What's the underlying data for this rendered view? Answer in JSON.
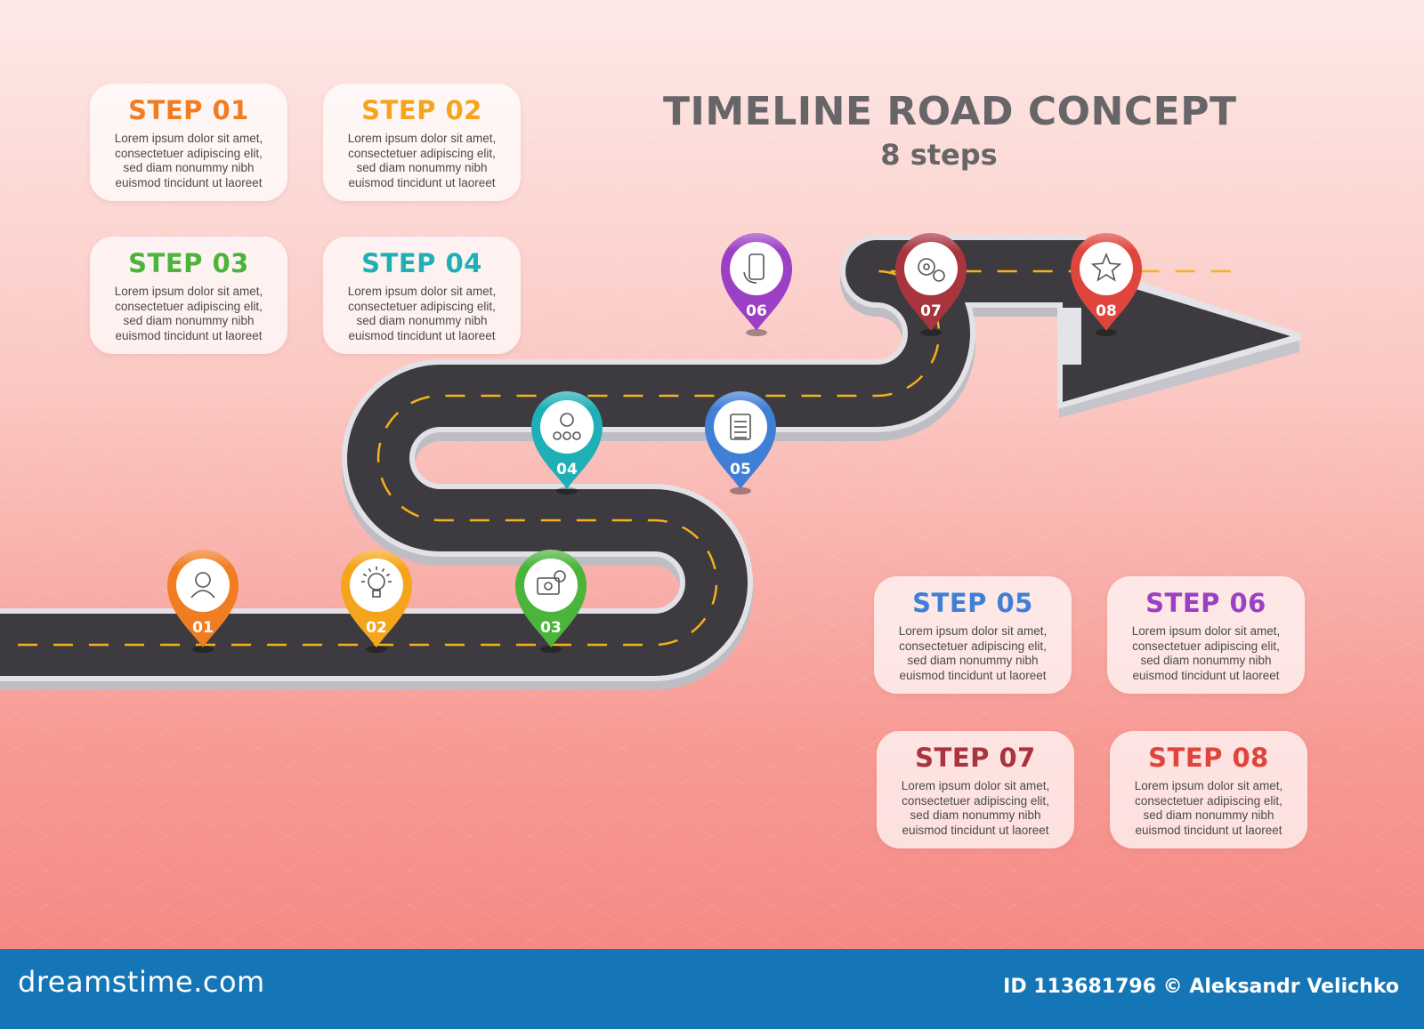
{
  "header": {
    "title": "TIMELINE ROAD CONCEPT",
    "subtitle": "8 steps"
  },
  "steps": [
    {
      "title": "STEP 01",
      "color": "#f07d22",
      "pin_label": "01",
      "icon": "user-icon",
      "lines": [
        "Lorem ipsum dolor sit amet,",
        "consectetuer adipiscing elit,",
        "sed diam nonummy nibh",
        "euismod tincidunt ut laoreet"
      ]
    },
    {
      "title": "STEP 02",
      "color": "#f5a51c",
      "pin_label": "02",
      "icon": "lightbulb-icon",
      "lines": [
        "Lorem ipsum dolor sit amet,",
        "consectetuer adipiscing elit,",
        "sed diam nonummy nibh",
        "euismod tincidunt ut laoreet"
      ]
    },
    {
      "title": "STEP 03",
      "color": "#4bb43a",
      "pin_label": "03",
      "icon": "money-icon",
      "lines": [
        "Lorem ipsum dolor sit amet,",
        "consectetuer adipiscing elit,",
        "sed diam nonummy nibh",
        "euismod tincidunt ut laoreet"
      ]
    },
    {
      "title": "STEP 04",
      "color": "#1fb0b7",
      "pin_label": "04",
      "icon": "checklist-icon",
      "lines": [
        "Lorem ipsum dolor sit amet,",
        "consectetuer adipiscing elit,",
        "sed diam nonummy nibh",
        "euismod tincidunt ut laoreet"
      ]
    },
    {
      "title": "STEP 05",
      "color": "#3f7fd6",
      "pin_label": "05",
      "icon": "clipboard-icon",
      "lines": [
        "Lorem ipsum dolor sit amet,",
        "consectetuer adipiscing elit,",
        "sed diam nonummy nibh",
        "euismod tincidunt ut laoreet"
      ]
    },
    {
      "title": "STEP 06",
      "color": "#9b3fc4",
      "pin_label": "06",
      "icon": "smartphone-icon",
      "lines": [
        "Lorem ipsum dolor sit amet,",
        "consectetuer adipiscing elit,",
        "sed diam nonummy nibh",
        "euismod tincidunt ut laoreet"
      ]
    },
    {
      "title": "STEP 07",
      "color": "#a8353e",
      "pin_label": "07",
      "icon": "gears-icon",
      "lines": [
        "Lorem ipsum dolor sit amet,",
        "consectetuer adipiscing elit,",
        "sed diam nonummy nibh",
        "euismod tincidunt ut laoreet"
      ]
    },
    {
      "title": "STEP 08",
      "color": "#e0453d",
      "pin_label": "08",
      "icon": "star-award-icon",
      "lines": [
        "Lorem ipsum dolor sit amet,",
        "consectetuer adipiscing elit,",
        "sed diam nonummy nibh",
        "euismod tincidunt ut laoreet"
      ]
    }
  ],
  "footer": {
    "brand": "dreamstime.com",
    "credit": "ID 113681796 © Aleksandr Velichko"
  },
  "colors": {
    "road": "#3d3b40",
    "road_edge": "#d9d9dd",
    "lane_marking": "#f6b21b",
    "footer_bg": "#1576b7"
  }
}
